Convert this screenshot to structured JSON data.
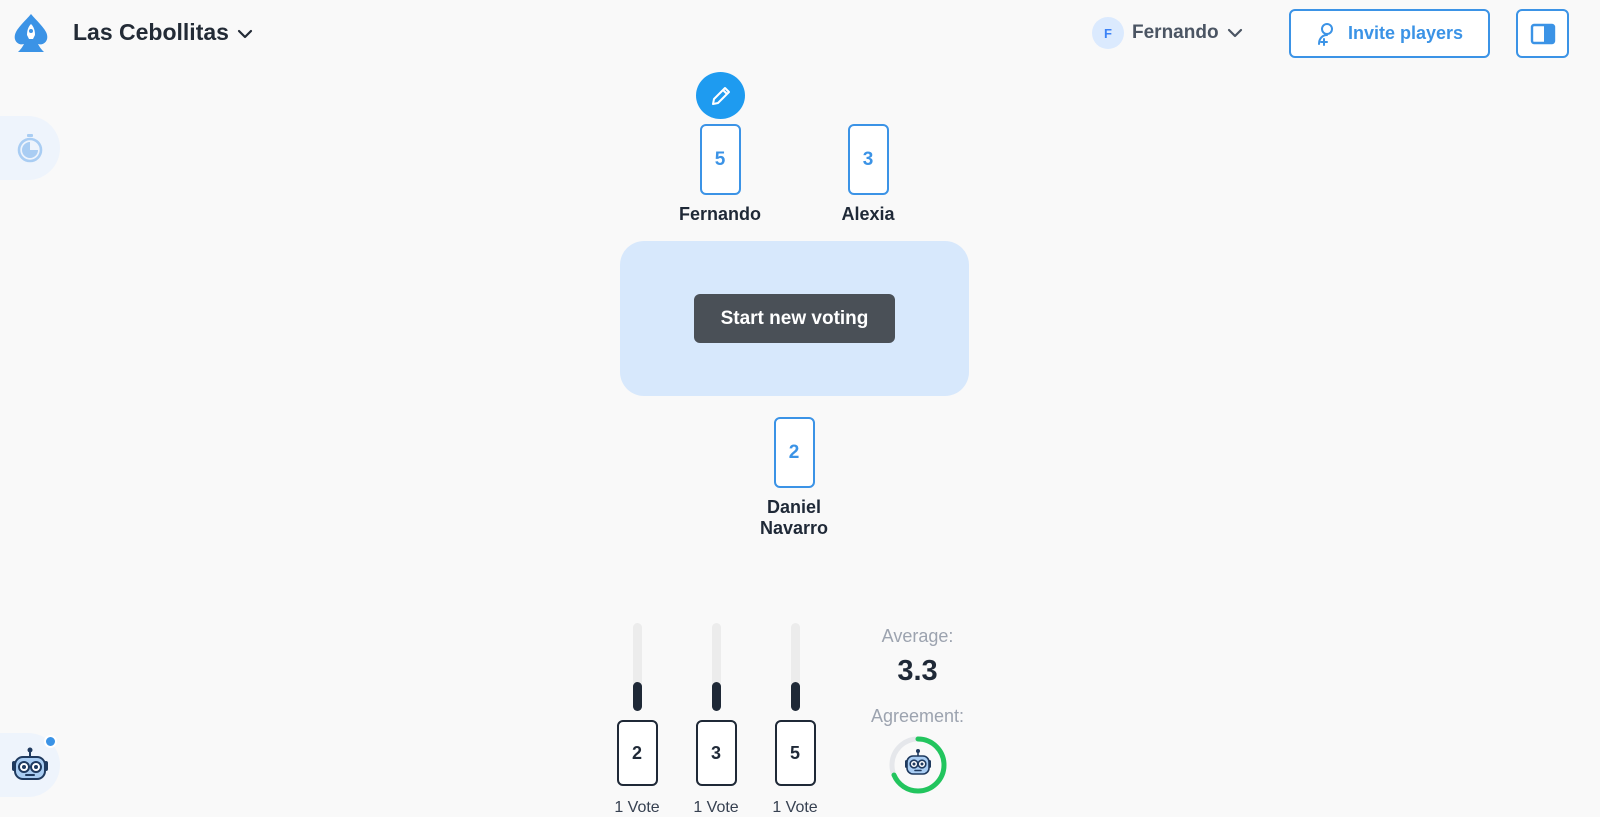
{
  "header": {
    "room_name": "Las Cebollitas",
    "user": {
      "initial": "F",
      "name": "Fernando"
    },
    "invite_label": "Invite players"
  },
  "players": [
    {
      "name": "Fernando",
      "vote": "5"
    },
    {
      "name": "Alexia",
      "vote": "3"
    },
    {
      "name": "Daniel Navarro",
      "vote": "2"
    }
  ],
  "table": {
    "button_label": "Start new voting"
  },
  "results": [
    {
      "value": "2",
      "votes_label": "1 Vote",
      "share": 0.33
    },
    {
      "value": "3",
      "votes_label": "1 Vote",
      "share": 0.33
    },
    {
      "value": "5",
      "votes_label": "1 Vote",
      "share": 0.33
    }
  ],
  "stats": {
    "average_label": "Average:",
    "average_value": "3.3",
    "agreement_label": "Agreement:"
  },
  "icons": {
    "logo": "rocket-logo-icon",
    "timer": "timer-icon",
    "edit": "pencil-icon",
    "bot": "robot-icon"
  },
  "colors": {
    "accent": "#3b93e6",
    "table": "#d7e8fc",
    "button_dark": "#4a5057",
    "agreement": "#22c55e"
  }
}
